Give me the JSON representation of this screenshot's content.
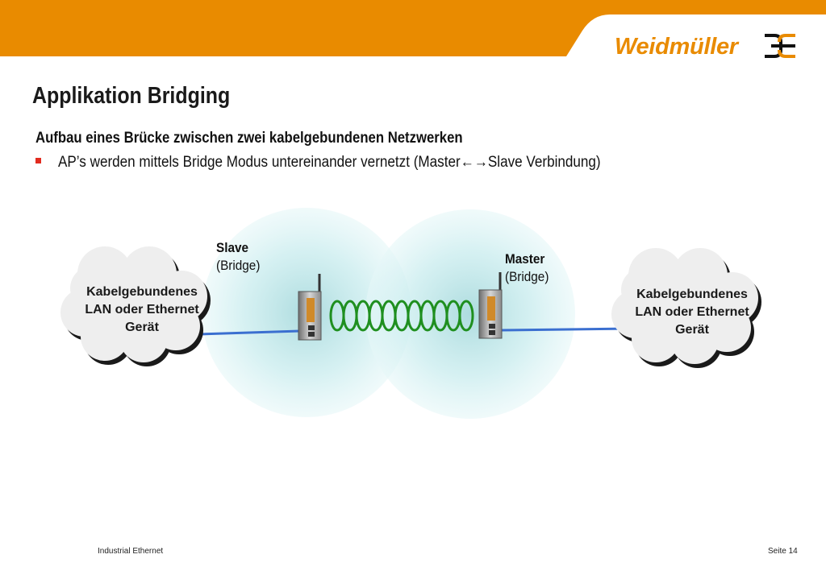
{
  "header": {
    "brand": "Weidmüller",
    "colors": {
      "orange": "#e98b00",
      "brand_orange": "#e98b00"
    }
  },
  "title": "Applikation Bridging",
  "subtitle": "Aufbau eines Brücke zwischen zwei kabelgebundenen Netzwerken",
  "bullet": {
    "text": "AP’s werden mittels Bridge Modus untereinander vernetzt (Master",
    "arrows": "←→",
    "text_end": "Slave Verbindung)"
  },
  "diagram": {
    "slave": {
      "name": "Slave",
      "mode": "(Bridge)"
    },
    "master": {
      "name": "Master",
      "mode": "(Bridge)"
    },
    "cloud_left": [
      "Kabelgebundenes",
      "LAN oder Ethernet",
      "Gerät"
    ],
    "cloud_right": [
      "Kabelgebundenes",
      "LAN oder Ethernet",
      "Gerät"
    ],
    "colors": {
      "cable": "#3b6fd0",
      "wireless": "#1f8f1f",
      "coverage": "#c9ecef"
    },
    "icons": [
      "cloud-icon",
      "access-point-icon",
      "wireless-wave-icon",
      "coverage-circle"
    ]
  },
  "footer": {
    "left": "Industrial Ethernet",
    "right": "Seite 14"
  }
}
